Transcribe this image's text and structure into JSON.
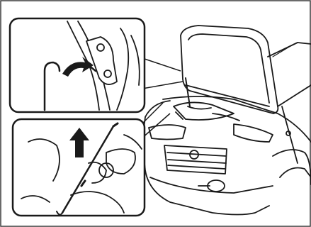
{
  "figure": {
    "subject": "car-hood-prop-rod-illustration",
    "inset_top": "hood-hinge-detail",
    "inset_bottom": "prop-rod-engagement-detail"
  },
  "colors": {
    "line": "#1a1a1a",
    "arrow": "#1a1a1a",
    "panel_bg": "#ffffff",
    "border": "#3a3a3a"
  },
  "icons": {
    "arrow_top": "curved-arrow-icon",
    "arrow_bottom": "up-arrow-icon"
  }
}
